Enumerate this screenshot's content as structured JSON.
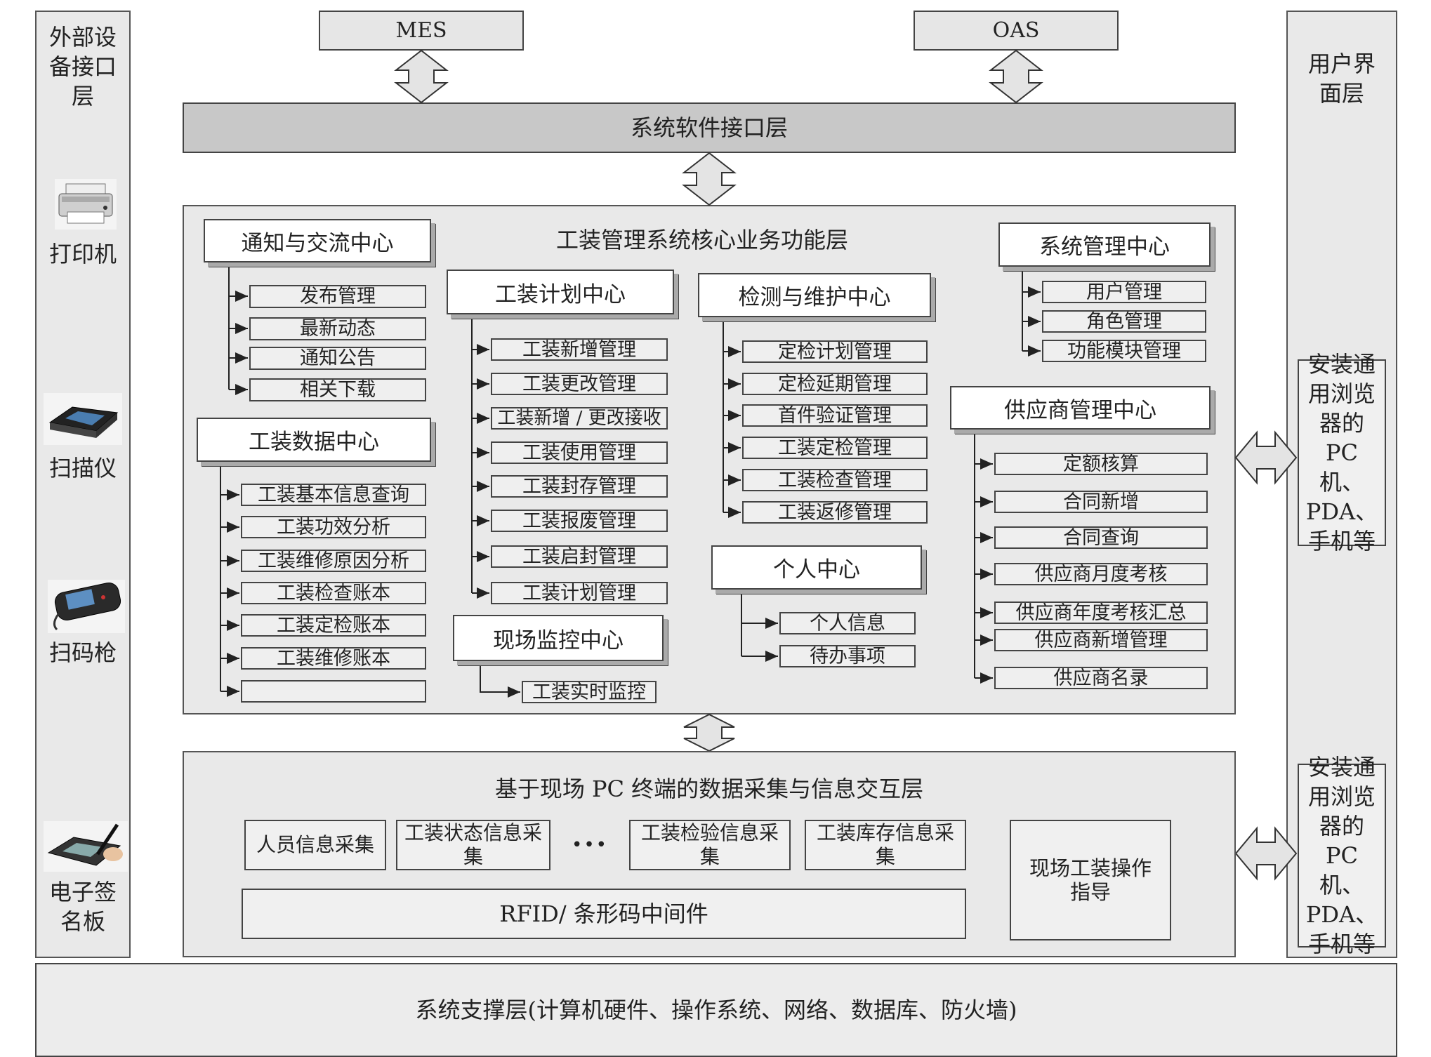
{
  "left_panel": {
    "title": "外部设备接口层",
    "devices": [
      {
        "label": "打印机",
        "icon": "printer-icon"
      },
      {
        "label": "扫描仪",
        "icon": "scanner-icon"
      },
      {
        "label": "扫码枪",
        "icon": "barcode-scanner-icon"
      },
      {
        "label": "电子签名板",
        "icon": "signature-pad-icon"
      }
    ]
  },
  "right_panel": {
    "title": "用户界面层",
    "box1": "安装通用浏览器的PC机、PDA、手机等",
    "box2": "安装通用浏览器的PC机、PDA、手机等"
  },
  "top": {
    "mes": "MES",
    "oas": "OAS",
    "interface_layer": "系统软件接口层"
  },
  "core": {
    "title": "工装管理系统核心业务功能层",
    "notice": {
      "title": "通知与交流中心",
      "items": [
        "发布管理",
        "最新动态",
        "通知公告",
        "相关下载"
      ]
    },
    "data_center": {
      "title": "工装数据中心",
      "items": [
        "工装基本信息查询",
        "工装功效分析",
        "工装维修原因分析",
        "工装检查账本",
        "工装定检账本",
        "工装维修账本",
        ""
      ]
    },
    "plan": {
      "title": "工装计划中心",
      "items": [
        "工装新增管理",
        "工装更改管理",
        "工装新增 / 更改接收",
        "工装使用管理",
        "工装封存管理",
        "工装报废管理",
        "工装启封管理",
        "工装计划管理"
      ]
    },
    "monitor": {
      "title": "现场监控中心",
      "items": [
        "工装实时监控"
      ]
    },
    "maintenance": {
      "title": "检测与维护中心",
      "items": [
        "定检计划管理",
        "定检延期管理",
        "首件验证管理",
        "工装定检管理",
        "工装检查管理",
        "工装返修管理"
      ]
    },
    "personal": {
      "title": "个人中心",
      "items": [
        "个人信息",
        "待办事项"
      ]
    },
    "system": {
      "title": "系统管理中心",
      "items": [
        "用户管理",
        "角色管理",
        "功能模块管理"
      ]
    },
    "supplier": {
      "title": "供应商管理中心",
      "items": [
        "定额核算",
        "合同新增",
        "合同查询",
        "供应商月度考核",
        "供应商年度考核汇总",
        "供应商新增管理",
        "供应商名录"
      ]
    }
  },
  "collect": {
    "title": "基于现场 PC 终端的数据采集与信息交互层",
    "boxes": [
      "人员信息采集",
      "工装状态信息采集",
      "•••",
      "工装检验信息采集",
      "工装库存信息采集"
    ],
    "middleware": "RFID/ 条形码中间件",
    "guide": "现场工装操作指导"
  },
  "support": "系统支撑层(计算机硬件、操作系统、网络、数据库、防火墙)",
  "colors": {
    "panel": "#e9e9e9",
    "interface_bar": "#c8c8c8",
    "border": "#444444"
  }
}
